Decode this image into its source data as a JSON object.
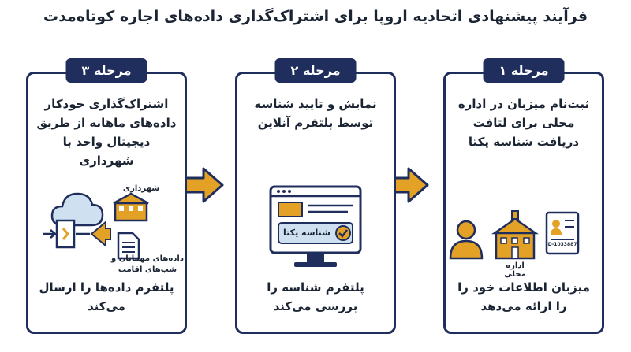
{
  "title": "فرآیند پیشنهادی اتحادیه اروپا برای اشتراک‌گذاری داده‌های اجاره کوتاه‌مدت",
  "colors": {
    "navy": "#1f2e5c",
    "orange": "#e3a126",
    "light_blue": "#cfe0f1"
  },
  "steps": [
    {
      "label": "مرحله ۱",
      "heading": "ثبت‌نام میزبان در اداره محلی برای لتافت دریافت شناسه یکتا",
      "icons": [
        "user-icon",
        "building-icon",
        "id-card-icon"
      ],
      "office_label": "اداره محلی",
      "id_number": "ID-1033887",
      "footer": "میزبان اطلاعات خود را را ارائه می‌دهد"
    },
    {
      "label": "مرحله ۲",
      "heading": "نمایش و تایید شناسه توسط پلتفرم آنلاین",
      "icons": [
        "monitor-icon",
        "check-icon"
      ],
      "screen_label": "شناسه یکتا",
      "footer": "پلتفرم شناسه را بررسی می‌کند"
    },
    {
      "label": "مرحله ۳",
      "heading": "اشتراک‌گذاری خودکار داده‌های ماهانه از طریق دیجیتال واحد با شهرداری",
      "icons": [
        "cloud-icon",
        "gateway-icon",
        "building-icon",
        "document-icon"
      ],
      "municipality_label": "شهرداری",
      "data_label": "داده‌های مهمانان و شب‌های اقامت",
      "footer": "پلتفرم داده‌ها را ارسال می‌کند"
    }
  ]
}
